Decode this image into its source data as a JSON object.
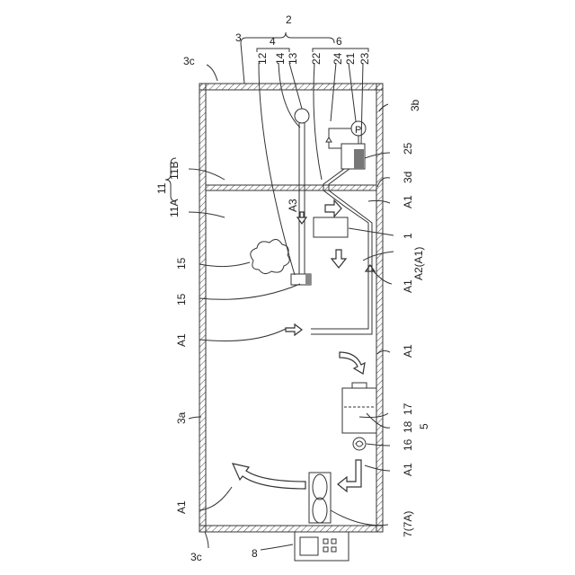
{
  "labels": {
    "l2": "2",
    "l3": "3",
    "l3c_top": "3c",
    "l4": "4",
    "l6": "6",
    "l12": "12",
    "l14": "14",
    "l13": "13",
    "l22": "22",
    "l24": "24",
    "l21": "21",
    "l23": "23",
    "l3b": "3b",
    "l25": "25",
    "l11B": "11B",
    "l11": "11",
    "l11A": "11A",
    "l3d": "3d",
    "lA1_a": "A1",
    "lA3": "A3",
    "l1": "1",
    "lA2": "A2(A1)",
    "l15_a": "15",
    "l15_b": "15",
    "lA1_b": "A1",
    "lA1_c": "A1",
    "lA1_d": "A1",
    "l17": "17",
    "l3a": "3a",
    "l18": "18",
    "l5": "5",
    "l16": "16",
    "lA1_e": "A1",
    "lA1_f": "A1",
    "l7": "7(7A)",
    "l3c_bot": "3c",
    "l8": "8",
    "pump_letter": "P"
  },
  "colors": {
    "stroke": "#333333",
    "background": "#ffffff"
  }
}
